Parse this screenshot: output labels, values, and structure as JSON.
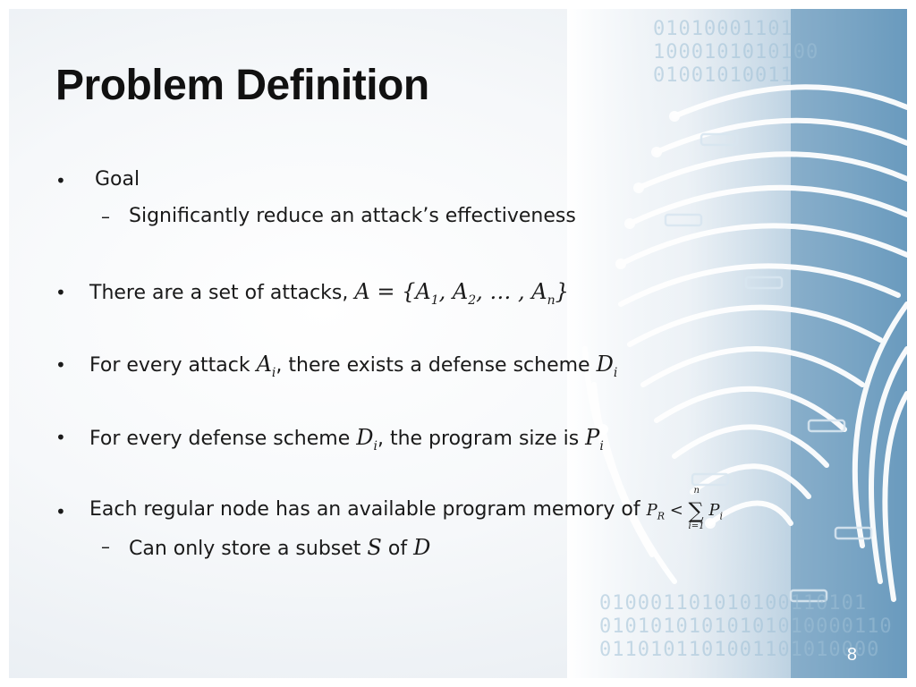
{
  "slide": {
    "title": "Problem Definition",
    "page_number": "8"
  },
  "bullets": {
    "goal": "Goal",
    "goal_sub": "Significantly reduce an attack’s effectiveness",
    "attacks_prefix": "There are a set of attacks, ",
    "attacks_math": "A = {A1, A2, … , An}",
    "every_attack_prefix": "For every attack ",
    "every_attack_mid": ", there exists a defense scheme ",
    "every_defense_prefix": "For every defense scheme ",
    "every_defense_mid": ", the program size is ",
    "node_text": "Each regular node has an available program memory of ",
    "node_sub": "Can only store a subset ",
    "node_sub_of": "of "
  },
  "math": {
    "A": "A",
    "Ai": "A",
    "i": "i",
    "D": "D",
    "P": "P",
    "R": "R",
    "S": "S",
    "n": "n",
    "lt": "<",
    "sigma": "∑",
    "i_eq_1": "i=1"
  },
  "colors": {
    "accent": "#5b94bd",
    "binary": "#9fc0d6"
  }
}
